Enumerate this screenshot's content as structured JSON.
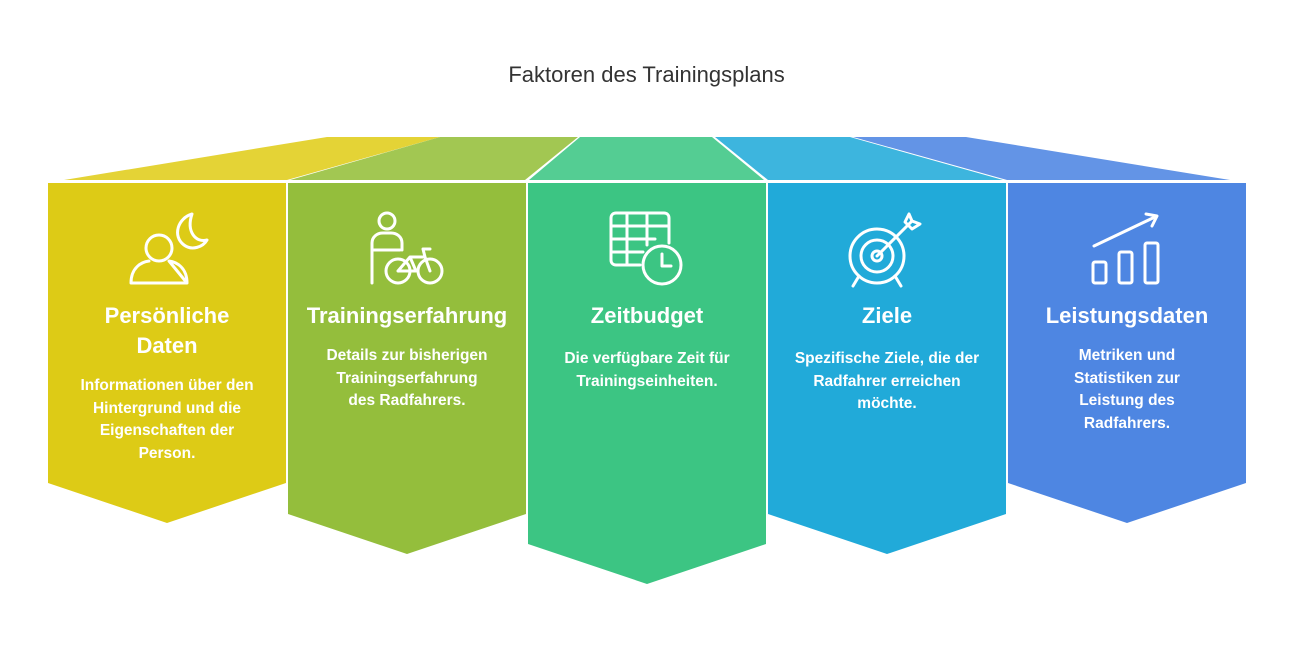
{
  "title": "Faktoren des Trainingsplans",
  "cards": [
    {
      "title": "Persönliche Daten",
      "description": "Informationen über den Hintergrund und die Eigenschaften der Person.",
      "icon": "person-moon-icon",
      "color": "#DDCB16",
      "top_color": "#E4D336"
    },
    {
      "title": "Trainingserfahrung",
      "description": "Details zur bisherigen Trainingserfahrung des Radfahrers.",
      "icon": "cyclist-icon",
      "color": "#94BE3C",
      "top_color": "#A2C752"
    },
    {
      "title": "Zeitbudget",
      "description": "Die verfügbare Zeit für Trainingseinheiten.",
      "icon": "calendar-clock-icon",
      "color": "#3CC583",
      "top_color": "#54CD93"
    },
    {
      "title": "Ziele",
      "description": "Spezifische Ziele, die der Radfahrer erreichen möchte.",
      "icon": "target-arrow-icon",
      "color": "#21AAD9",
      "top_color": "#3DB5DE"
    },
    {
      "title": "Leistungsdaten",
      "description": "Metriken und Statistiken zur Leistung des Radfahrers.",
      "icon": "growth-chart-icon",
      "color": "#4E86E2",
      "top_color": "#6394E6"
    }
  ]
}
